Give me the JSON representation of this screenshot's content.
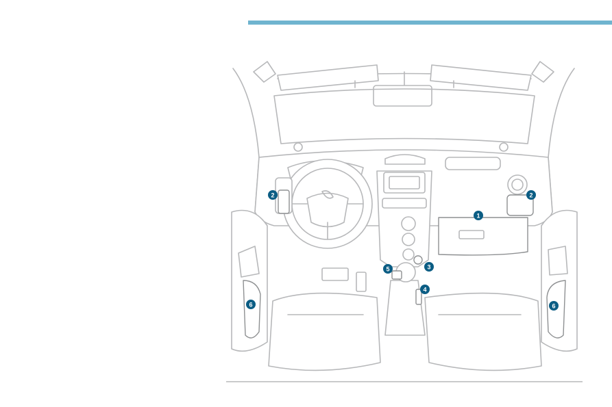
{
  "colors": {
    "accent": "#6fb4cf",
    "marker": "#0b5d84",
    "highlight_fill": "#d9dadb",
    "line": "#b7b8ba"
  },
  "callouts": [
    {
      "label": "1",
      "item": "glove-box"
    },
    {
      "label": "2",
      "item": "left-side-vent"
    },
    {
      "label": "2",
      "item": "right-side-vent"
    },
    {
      "label": "3",
      "item": "power-socket"
    },
    {
      "label": "4",
      "item": "storage-slot"
    },
    {
      "label": "5",
      "item": "cup-holder"
    },
    {
      "label": "6",
      "item": "left-door-pocket"
    },
    {
      "label": "6",
      "item": "right-door-pocket"
    }
  ]
}
